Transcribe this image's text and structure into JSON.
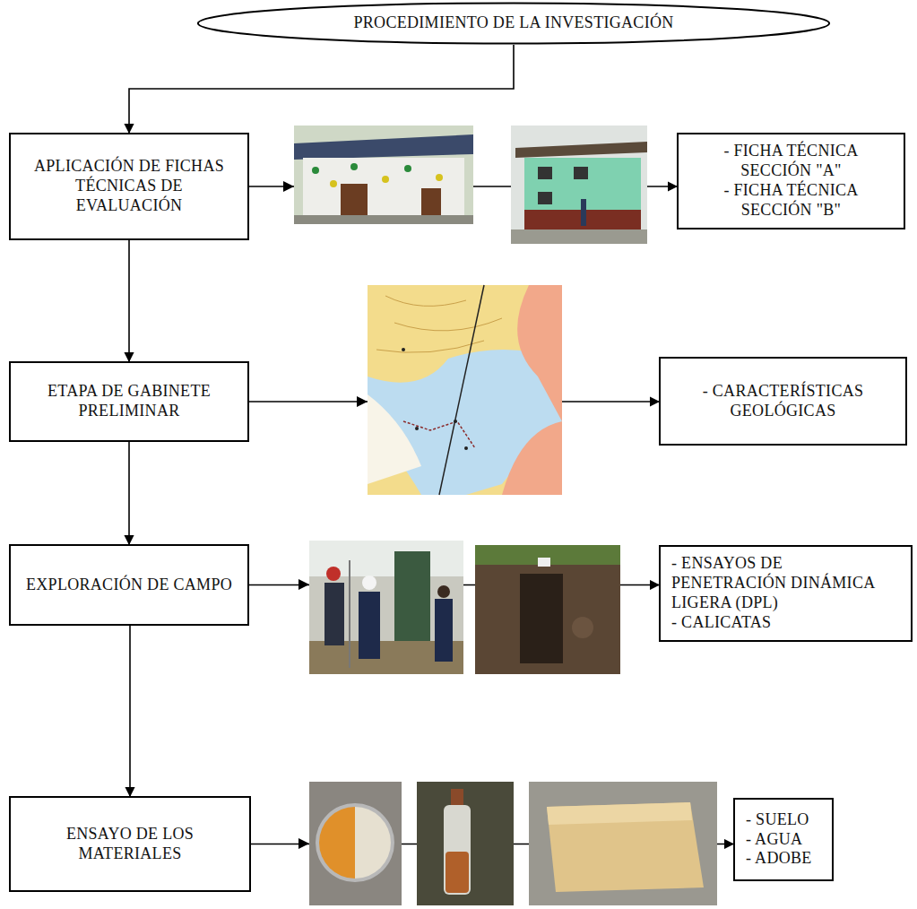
{
  "diagram": {
    "nodes": [
      {
        "text": [
          "PROCEDIMIENTO DE LA INVESTIGACIÓN"
        ]
      },
      {
        "text": [
          "APLICACIÓN DE FICHAS TÉCNICAS DE EVALUACIÓN"
        ]
      },
      {
        "text": [
          "- FICHA TÉCNICA SECCIÓN \"A\"",
          "- FICHA TÉCNICA SECCIÓN \"B\""
        ]
      },
      {
        "text": [
          "ETAPA DE GABINETE PRELIMINAR"
        ]
      },
      {
        "text": [
          "- CARACTERÍSTICAS GEOLÓGICAS"
        ]
      },
      {
        "text": [
          "EXPLORACIÓN DE CAMPO"
        ]
      },
      {
        "text": [
          "- ENSAYOS DE PENETRACIÓN DINÁMICA LIGERA (DPL)",
          "- CALICATAS"
        ]
      },
      {
        "text": [
          "ENSAYO DE LOS MATERIALES"
        ]
      },
      {
        "text": [
          "- SUELO",
          "- AGUA",
          "- ADOBE"
        ]
      }
    ],
    "edges": [
      {
        "from": 0,
        "to": 1,
        "arrow": "to"
      },
      {
        "from": 1,
        "to": 2,
        "arrow": "to"
      },
      {
        "from": 1,
        "to": 3,
        "arrow": "to"
      },
      {
        "from": 3,
        "to": 4,
        "arrow": "to"
      },
      {
        "from": 3,
        "to": 5,
        "arrow": "to"
      },
      {
        "from": 5,
        "to": 6,
        "arrow": "to"
      },
      {
        "from": 5,
        "to": 7,
        "arrow": "to"
      },
      {
        "from": 7,
        "to": 8,
        "arrow": "to"
      }
    ]
  }
}
